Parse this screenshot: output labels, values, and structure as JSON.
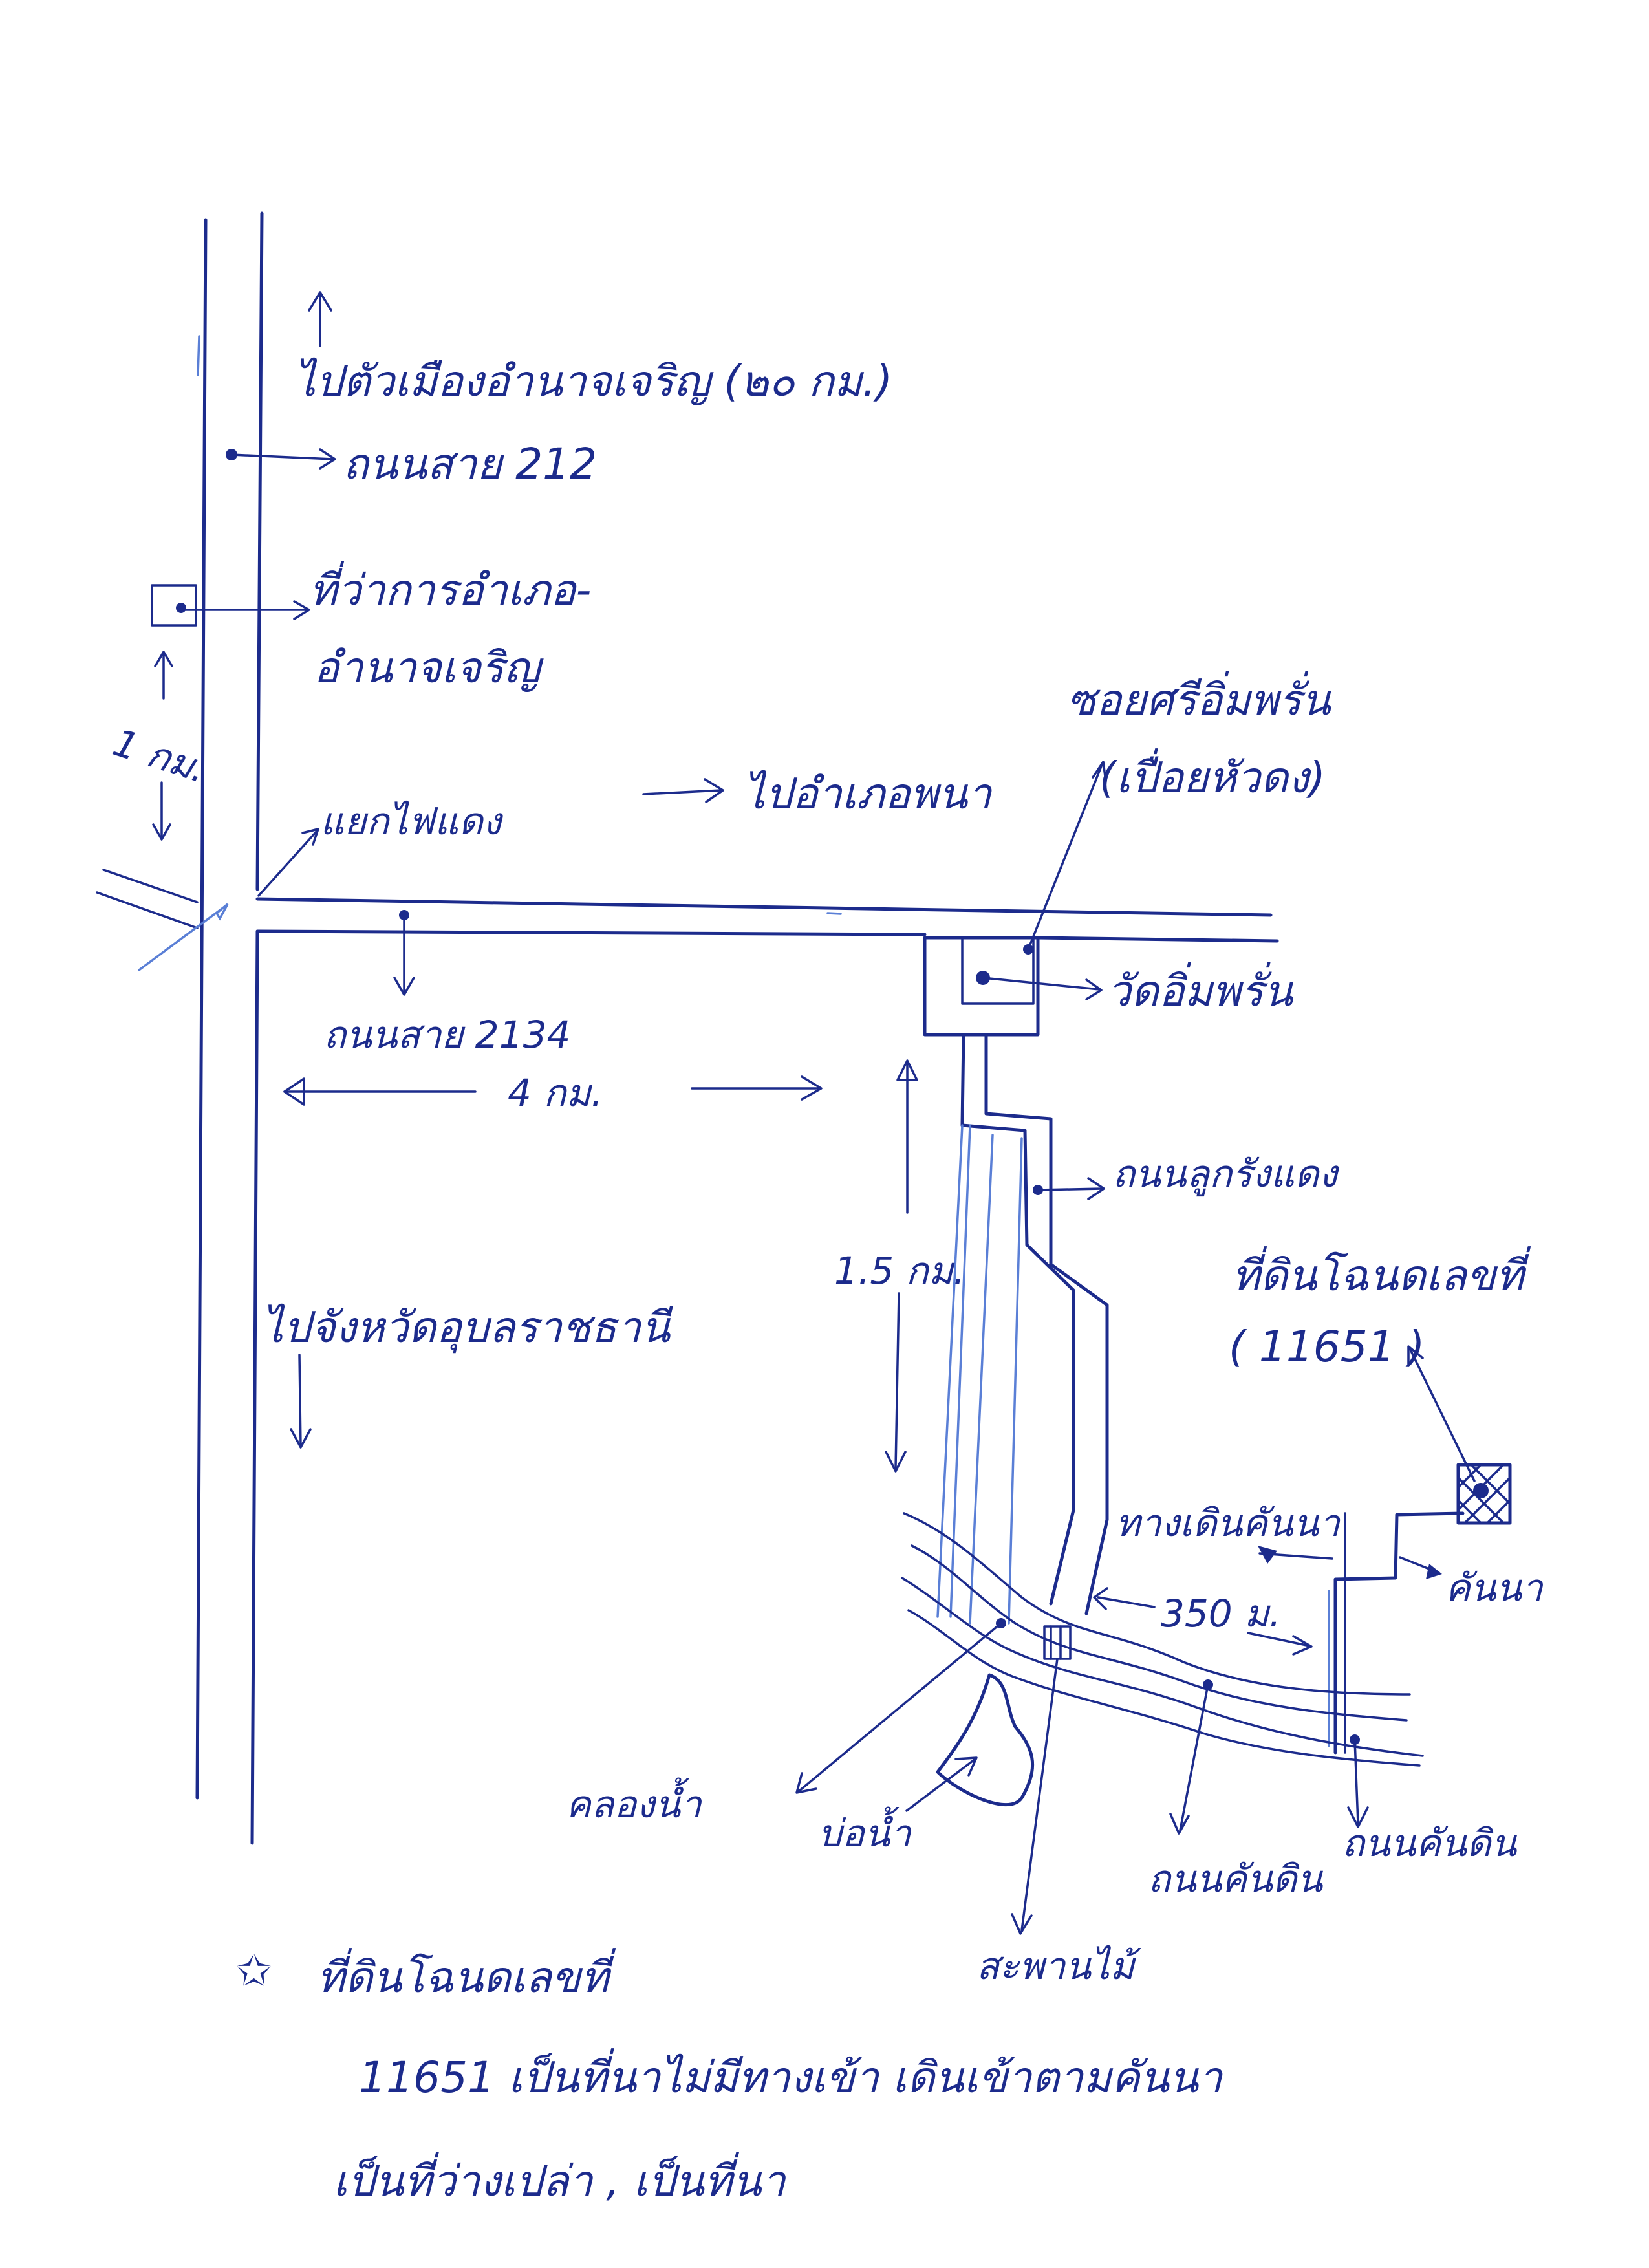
{
  "labels": {
    "to_city": "ไปตัวเมืองอำนาจเจริญ (๒๐ กม.)",
    "road_212": "ถนนสาย 212",
    "district_office_line1": "ที่ว่าการอำเภอ-",
    "district_office_line2": "อำนาจเจริญ",
    "dist_1km": "1 กม.",
    "traffic_light": "แยกไฟแดง",
    "to_phana": "ไปอำเภอพนา",
    "alley_line1": "ซอยศรีอิ่มพรั่น",
    "alley_line2": "(เปื่อยหัวดง)",
    "temple": "วัดอิ่มพรั่น",
    "road_2134": "ถนนสาย 2134",
    "dist_4km": "4 กม.",
    "laterite_road": "ถนนลูกรังแดง",
    "dist_1_5km": "1.5 กม.",
    "to_ubon": "ไปจังหวัดอุบลราชธานี",
    "parcel_line1": "ที่ดินโฉนดเลขที่",
    "parcel_line2": "( 11651 )",
    "field_path": "ทางเดินคันนา",
    "dist_350m": "350 ม.",
    "field_dike": "คันนา",
    "canal": "คลองน้ำ",
    "well": "บ่อน้ำ",
    "dirt_road_1": "ถนนคันดิน",
    "dirt_road_2": "ถนนคันดิน",
    "bridge": "สะพานไม้"
  },
  "note": {
    "star": "✩",
    "line1": "ที่ดินโฉนดเลขที่",
    "line2": "11651 เป็นที่นาไม่มีทางเข้า เดินเข้าตามคันนา",
    "line3": "เป็นที่ว่างเปล่า , เป็นที่นา"
  },
  "colors": {
    "ink": "#1c2b8c",
    "light_ink": "#5a7fd6",
    "paper": "#ffffff"
  }
}
